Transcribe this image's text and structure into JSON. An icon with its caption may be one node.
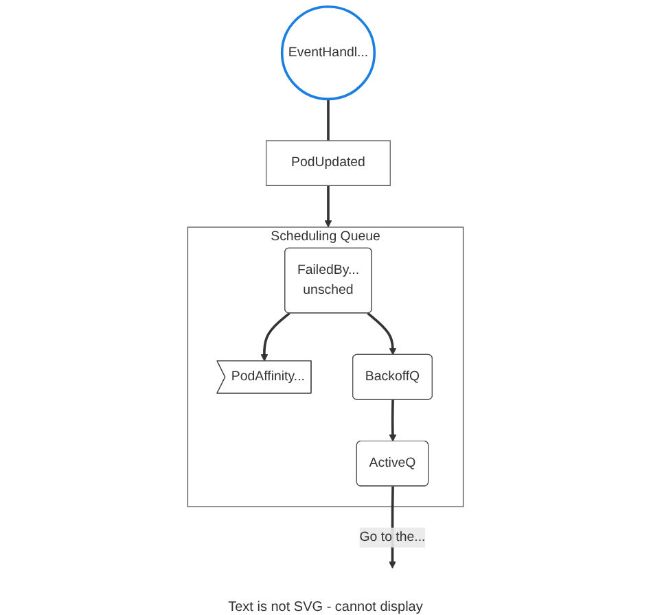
{
  "diagram": {
    "nodes": [
      {
        "text": [
          "Scheduling Queue"
        ]
      },
      {
        "text": [
          "EventHandl..."
        ]
      },
      {
        "text": [
          "PodUpdated"
        ]
      },
      {
        "text": [
          "FailedBy...",
          "unsched"
        ],
        "in": 0
      },
      {
        "text": [
          "PodAffinity..."
        ],
        "in": 0
      },
      {
        "text": [
          "BackoffQ"
        ],
        "in": 0
      },
      {
        "text": [
          "ActiveQ"
        ],
        "in": 0
      }
    ],
    "edges": [
      {
        "from": 1,
        "to": 2,
        "arrow": "none"
      },
      {
        "from": 2,
        "to": 0,
        "arrow": "to"
      },
      {
        "from": 3,
        "to": 4,
        "arrow": "to"
      },
      {
        "from": 3,
        "to": 5,
        "arrow": "to"
      },
      {
        "from": 5,
        "to": 6,
        "arrow": "to"
      },
      {
        "from": 6,
        "to": null,
        "label": "Go to the...",
        "arrow": "to"
      }
    ],
    "labels": [
      "Text is not SVG - cannot display"
    ]
  }
}
